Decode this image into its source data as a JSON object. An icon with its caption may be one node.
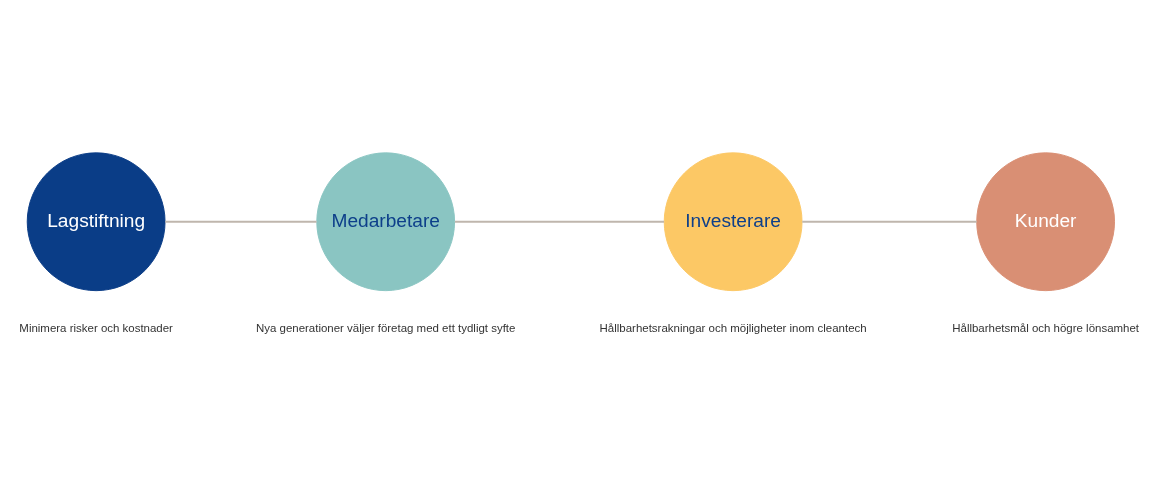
{
  "diagram": {
    "nodes": [
      {
        "text": [
          "Lagstiftning"
        ],
        "beside": [
          "Minimera risker och kostnader"
        ]
      },
      {
        "text": [
          "Medarbetare"
        ],
        "beside": [
          "Nya generationer väljer företag med ett tydligt syfte"
        ]
      },
      {
        "text": [
          "Investerare"
        ],
        "beside": [
          "Hållbarhetsrakningar och möjligheter inom cleantech"
        ]
      },
      {
        "text": [
          "Kunder"
        ],
        "beside": [
          "Hållbarhetsmål och högre lönsamhet"
        ]
      }
    ],
    "edges": [
      {
        "from": 0,
        "to": 1,
        "arrow": "none"
      },
      {
        "from": 1,
        "to": 2,
        "arrow": "none"
      },
      {
        "from": 2,
        "to": 3,
        "arrow": "none"
      }
    ]
  }
}
